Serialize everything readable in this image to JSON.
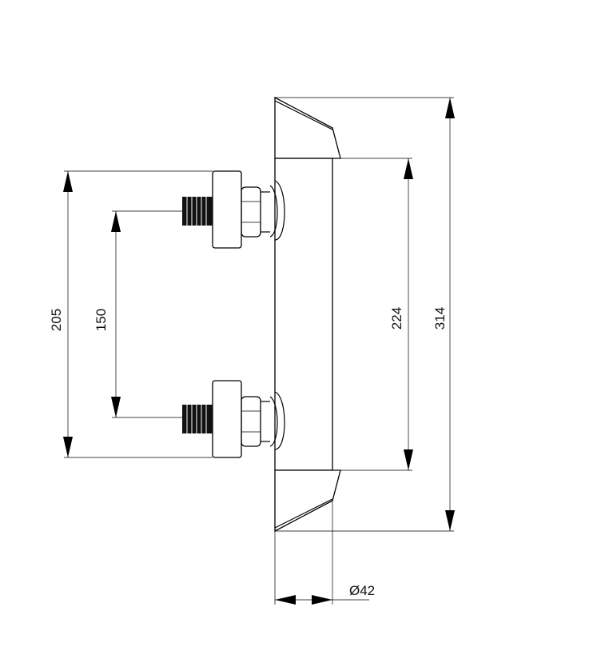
{
  "dimensions": {
    "overall_height": "314",
    "body_height": "224",
    "outer_connector_span": "205",
    "inlet_spacing": "150",
    "body_diameter": "Ø42"
  }
}
